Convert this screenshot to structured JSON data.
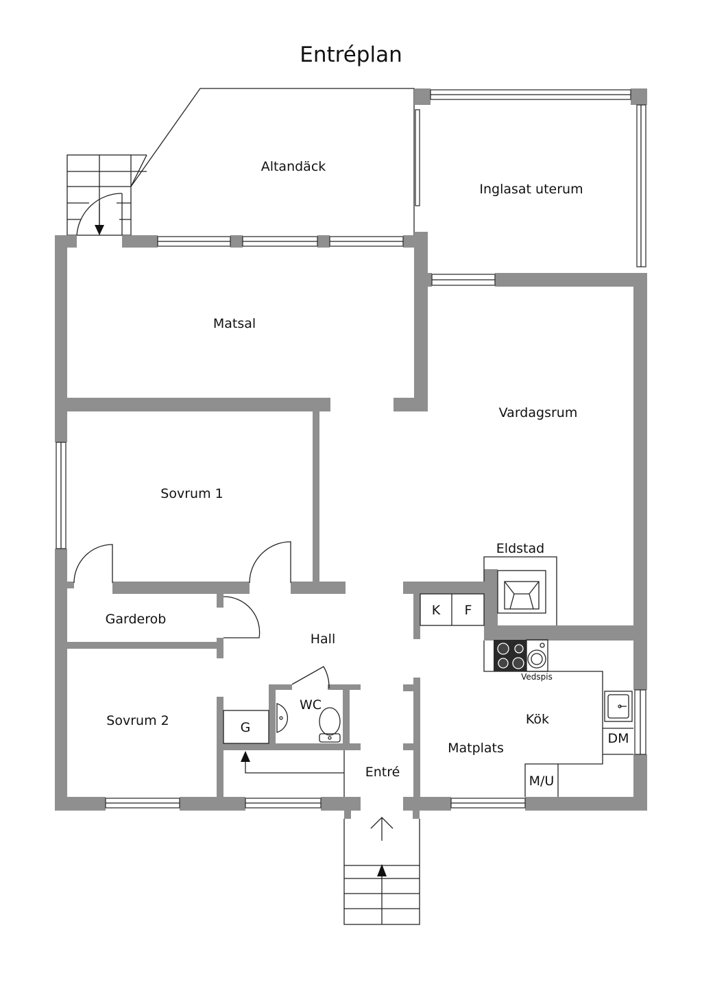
{
  "title": "Entréplan",
  "rooms": {
    "altandack": "Altandäck",
    "uterum": "Inglasat uterum",
    "matsal": "Matsal",
    "vardagsrum": "Vardagsrum",
    "sovrum1": "Sovrum 1",
    "eldstad": "Eldstad",
    "garderob": "Garderob",
    "hall": "Hall",
    "wc": "WC",
    "sovrum2": "Sovrum 2",
    "kok": "Kök",
    "matplats": "Matplats",
    "entre": "Entré"
  },
  "fixtures": {
    "k": "K",
    "f": "F",
    "g": "G",
    "dm": "DM",
    "mu": "M/U",
    "vedspis": "Vedspis"
  }
}
